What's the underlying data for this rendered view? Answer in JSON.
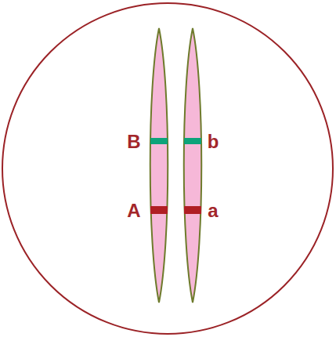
{
  "diagram": {
    "labels": [
      "B",
      "b",
      "A",
      "a"
    ]
  }
}
